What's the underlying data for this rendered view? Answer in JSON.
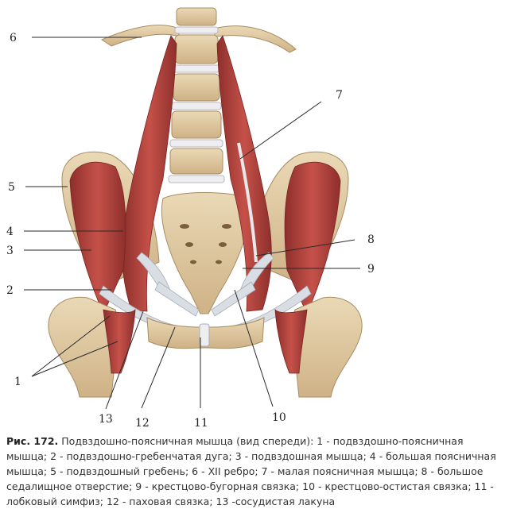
{
  "caption": {
    "figure_label": "Рис. 172.",
    "text": "Подвздошно-поясничная мышца (вид спереди): 1 - подвздошно-поясничная мышца; 2 - подвздошно-гребенчатая дуга; 3 - подвздошная мышца; 4 - большая поясничная мышца; 5 - подвздошный гребень; 6 - XII ребро; 7 - малая поясничная мышца; 8 - большое седалищное отверстие; 9 - крестцово-бугорная связка; 10 - крестцово-остистая связка; 11 - лобковый симфиз; 12 - паховая связка; 13 -сосудистая лакуна"
  },
  "labels": {
    "l1": "1",
    "l2": "2",
    "l3": "3",
    "l4": "4",
    "l5": "5",
    "l6": "6",
    "l7": "7",
    "l8": "8",
    "l9": "9",
    "l10": "10",
    "l11": "11",
    "l12": "12",
    "l13": "13"
  },
  "colors": {
    "muscle": "#b8453f",
    "muscle_dark": "#8e2f2c",
    "bone": "#e3cfa8",
    "bone_shade": "#c9ad80",
    "ligament": "#d9dde4",
    "disc": "#eeeef0"
  }
}
